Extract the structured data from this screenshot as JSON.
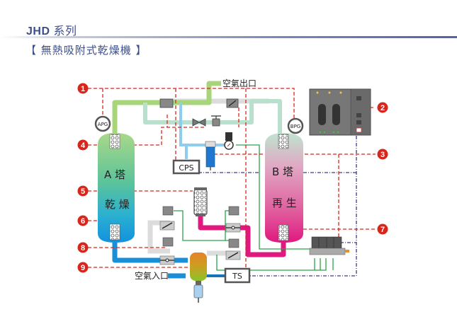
{
  "header": {
    "series_code": "JHD",
    "series_word": "系列",
    "subtitle": "【 無熱吸附式乾燥機 】"
  },
  "diagram": {
    "outlet_label": "空氣出口",
    "inlet_label": "空氣入口",
    "tower_a": {
      "name": "A 塔",
      "state": "乾 燥"
    },
    "tower_b": {
      "name": "B 塔",
      "state": "再 生"
    },
    "gauges": {
      "a": "APG",
      "b": "BPG"
    },
    "boxes": {
      "cps": "CPS",
      "ts": "TS"
    },
    "callouts": [
      "1",
      "2",
      "3",
      "4",
      "5",
      "6",
      "7",
      "8",
      "9"
    ],
    "colors": {
      "dry_air": "#a8d57a",
      "regen_air": "#b9e0cc",
      "inlet_air": "#1a8fd8",
      "pilot_air": "#8fcdf0",
      "purge_air": "#e0197f",
      "idle_pipe": "#dcdcdc",
      "signal_line": "#2aa34a",
      "callout": "#d9261c",
      "control_dashdot": "#3b3f8a"
    }
  }
}
